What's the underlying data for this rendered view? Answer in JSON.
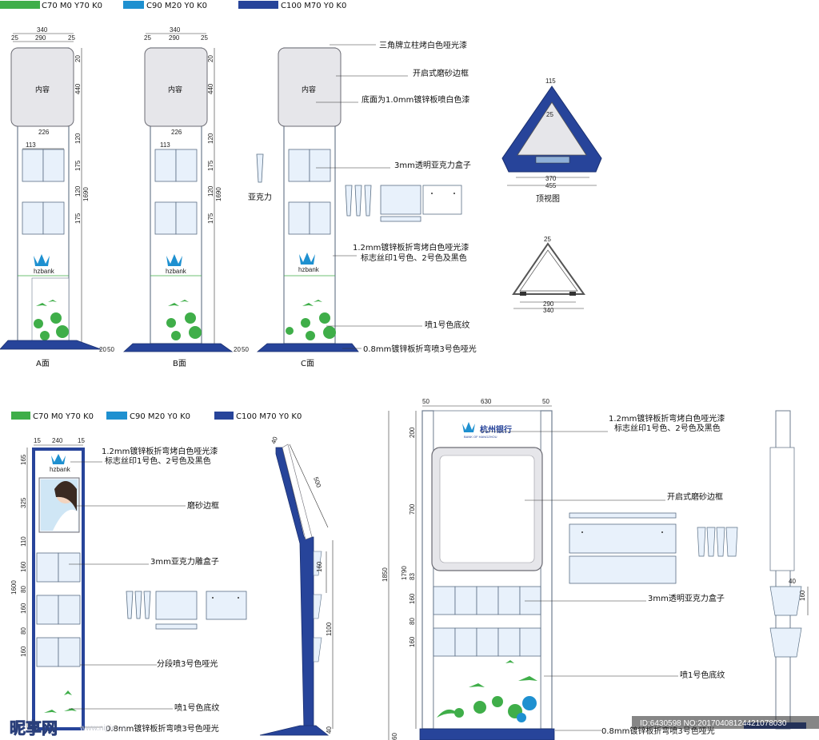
{
  "legend_top": [
    {
      "label": "C70 M0 Y70 K0",
      "color": "#3fae49"
    },
    {
      "label": "C90 M20 Y0 K0",
      "color": "#1e90d0"
    },
    {
      "label": "C100 M70 Y0 K0",
      "color": "#27449a"
    }
  ],
  "legend_bottom": [
    {
      "label": "C70 M0 Y70 K0",
      "color": "#3fae49"
    },
    {
      "label": "C90 M20 Y0 K0",
      "color": "#1e90d0"
    },
    {
      "label": "C100 M70 Y0 K0",
      "color": "#27449a"
    }
  ],
  "stand_top": {
    "dims": {
      "w340": "340",
      "w25": "25",
      "w290": "290",
      "w226": "226",
      "w113": "113",
      "h20": "20",
      "h440": "440",
      "h120": "120",
      "h175": "175",
      "h1690": "1690",
      "h50": "50",
      "h20b": "20"
    },
    "content_label": "内容",
    "logo_text": "hzbank",
    "face_labels": [
      "A面",
      "B面",
      "C面"
    ],
    "acrylic_label": "亚克力",
    "callouts": [
      "三角牌立柱烤白色哑光漆",
      "开启式磨砂边框",
      "底面为1.0mm镀锌板喷白色漆",
      "3mm透明亚克力盒子",
      "1.2mm镀锌板折弯烤白色哑光漆",
      "标志丝印1号色、2号色及黑色",
      "喷1号色底纹",
      "0.8mm镀锌板折弯喷3号色哑光"
    ],
    "top_view": {
      "label": "顶视图",
      "d115": "115",
      "d25": "25",
      "d370": "370",
      "d455": "455",
      "d25b": "25",
      "d290": "290",
      "d340": "340"
    }
  },
  "stand_left": {
    "dims": {
      "w15": "15",
      "w240": "240",
      "w15b": "15",
      "h165": "165",
      "h325": "325",
      "h110": "110",
      "h160": "160",
      "h80": "80",
      "h160b": "160",
      "h80b": "80",
      "h160c": "160",
      "h1600": "1600"
    },
    "logo_text": "hzbank",
    "callouts": [
      "1.2mm镀锌板折弯烤白色哑光漆",
      "标志丝印1号色、2号色及黑色",
      "磨砂边框",
      "3mm亚克力雕盒子",
      "分段喷3号色哑光",
      "喷1号色底纹",
      "0.8mm镀锌板折弯喷3号色哑光"
    ],
    "side_dims": {
      "d40": "40",
      "d500": "500",
      "d160": "160",
      "d1100": "1100",
      "d40b": "40"
    }
  },
  "stand_right": {
    "dims": {
      "w50": "50",
      "w630": "630",
      "w50b": "50",
      "h200": "200",
      "h700": "700",
      "h83": "83",
      "h160": "160",
      "h80": "80",
      "h160b": "160",
      "h1790": "1790",
      "h1850": "1850",
      "h60": "60"
    },
    "brand_cn": "杭州银行",
    "brand_en": "BANK OF HANGZHOU",
    "callouts": [
      "1.2mm镀锌板折弯烤白色哑光漆",
      "标志丝印1号色、2号色及黑色",
      "开启式磨砂边框",
      "3mm透明亚克力盒子",
      "喷1号色底纹",
      "0.8mm镀锌板折弯喷3号色哑光"
    ],
    "side_dims": {
      "d40": "40",
      "d160": "160"
    }
  },
  "watermark": "昵享网",
  "watermark_url": "www.nipic.cn",
  "image_id": "ID:6430598 NO:20170408124421078030"
}
